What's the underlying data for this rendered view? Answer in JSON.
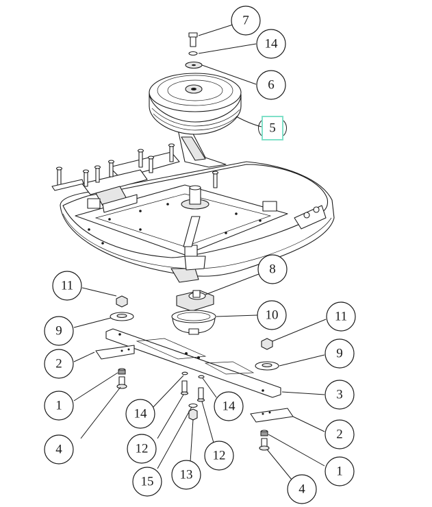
{
  "callouts": [
    {
      "id": "c7",
      "label": "7"
    },
    {
      "id": "c14a",
      "label": "14"
    },
    {
      "id": "c6",
      "label": "6"
    },
    {
      "id": "c5",
      "label": "5",
      "highlighted": true
    },
    {
      "id": "c8",
      "label": "8"
    },
    {
      "id": "c11a",
      "label": "11"
    },
    {
      "id": "c10",
      "label": "10"
    },
    {
      "id": "c11b",
      "label": "11"
    },
    {
      "id": "c9a",
      "label": "9"
    },
    {
      "id": "c9b",
      "label": "9"
    },
    {
      "id": "c2a",
      "label": "2"
    },
    {
      "id": "c3",
      "label": "3"
    },
    {
      "id": "c1a",
      "label": "1"
    },
    {
      "id": "c14b",
      "label": "14"
    },
    {
      "id": "c14c",
      "label": "14"
    },
    {
      "id": "c2b",
      "label": "2"
    },
    {
      "id": "c4a",
      "label": "4"
    },
    {
      "id": "c12a",
      "label": "12"
    },
    {
      "id": "c12b",
      "label": "12"
    },
    {
      "id": "c1b",
      "label": "1"
    },
    {
      "id": "c15",
      "label": "15"
    },
    {
      "id": "c13",
      "label": "13"
    },
    {
      "id": "c4b",
      "label": "4"
    }
  ],
  "colors": {
    "line": "#1a1a1a",
    "highlight": "#7fe0c8",
    "background": "#ffffff"
  }
}
